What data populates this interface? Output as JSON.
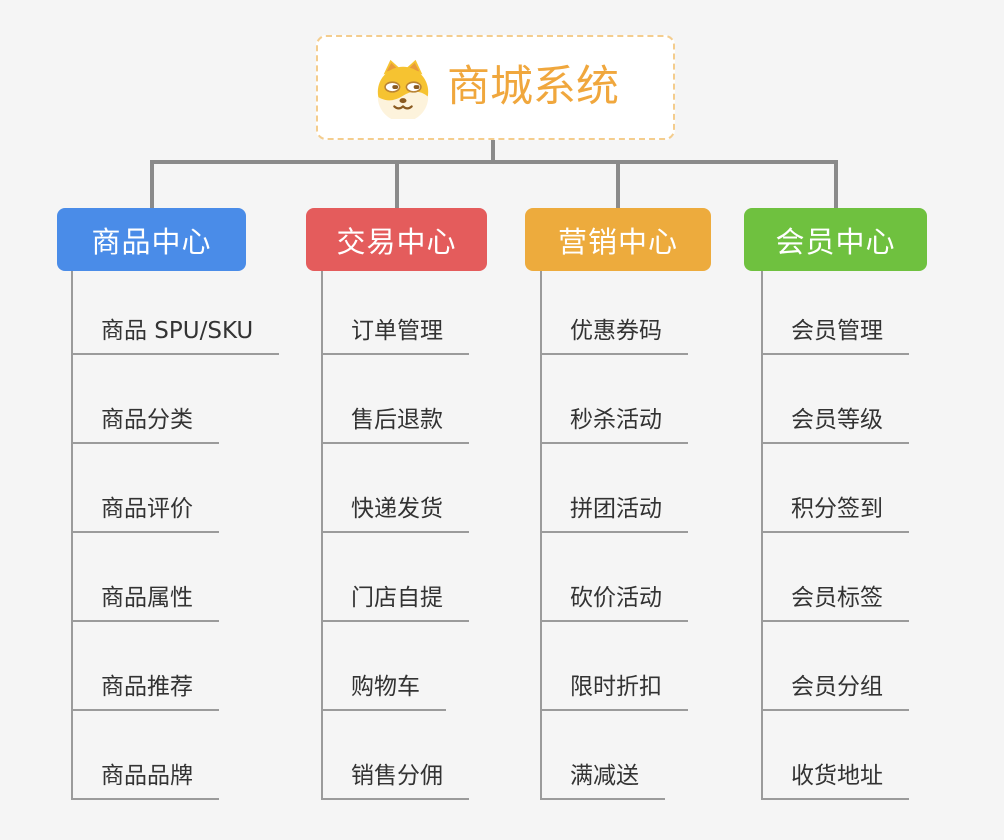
{
  "page": {
    "background_color": "#f5f5f5",
    "connector_color": "#8a8a8a",
    "underline_color": "#9b9b9b",
    "item_text_color": "#333333"
  },
  "root": {
    "title": "商城系统",
    "icon": "dog-face-icon",
    "text_color": "#f0a73d",
    "border_color": "#f4cd8e",
    "background": "#ffffff"
  },
  "branches": [
    {
      "label": "商品中心",
      "color": "#4a8ce8",
      "items": [
        "商品 SPU/SKU",
        "商品分类",
        "商品评价",
        "商品属性",
        "商品推荐",
        "商品品牌"
      ]
    },
    {
      "label": "交易中心",
      "color": "#e45c5c",
      "items": [
        "订单管理",
        "售后退款",
        "快递发货",
        "门店自提",
        "购物车",
        "销售分佣"
      ]
    },
    {
      "label": "营销中心",
      "color": "#edab3d",
      "items": [
        "优惠券码",
        "秒杀活动",
        "拼团活动",
        "砍价活动",
        "限时折扣",
        "满减送"
      ]
    },
    {
      "label": "会员中心",
      "color": "#6fc13f",
      "items": [
        "会员管理",
        "会员等级",
        "积分签到",
        "会员标签",
        "会员分组",
        "收货地址"
      ]
    }
  ]
}
